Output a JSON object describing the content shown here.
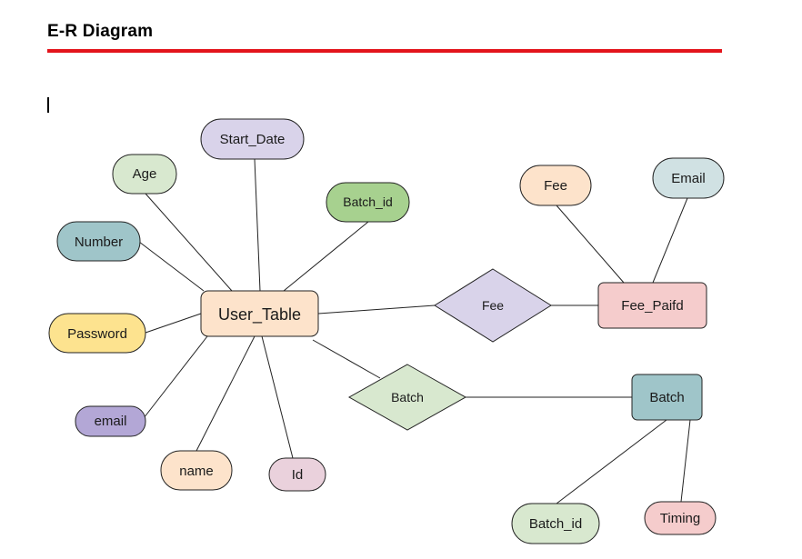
{
  "header": {
    "title": "E-R Diagram",
    "rule_color": "#e3141b"
  },
  "diagram": {
    "entities": {
      "user_table": "User_Table",
      "fee_paid": "Fee_Paifd",
      "batch": "Batch"
    },
    "relationships": {
      "fee": "Fee",
      "batch": "Batch"
    },
    "attributes": {
      "start_date": "Start_Date",
      "age": "Age",
      "batch_id_user": "Batch_id",
      "number": "Number",
      "password": "Password",
      "email_user": "email",
      "name": "name",
      "id": "Id",
      "fee": "Fee",
      "email_fee": "Email",
      "batch_id_batch": "Batch_id",
      "timing": "Timing"
    },
    "colors": {
      "entity_user": "#fde3cb",
      "entity_fee": "#f5cccc",
      "entity_batch": "#9fc5c9",
      "rel_fee": "#d9d3ea",
      "rel_batch": "#d8e8cf",
      "start_date": "#d9d3ea",
      "age": "#d8e8cf",
      "batch_id_user": "#a7d18f",
      "number": "#9fc5c9",
      "password": "#fde38f",
      "email_user": "#b3a7d6",
      "name": "#fde3cb",
      "id": "#ead1dc",
      "fee": "#fde3cb",
      "email_fee": "#d0e1e3",
      "batch_id_batch": "#d8e8cf",
      "timing": "#f5cccc"
    }
  }
}
